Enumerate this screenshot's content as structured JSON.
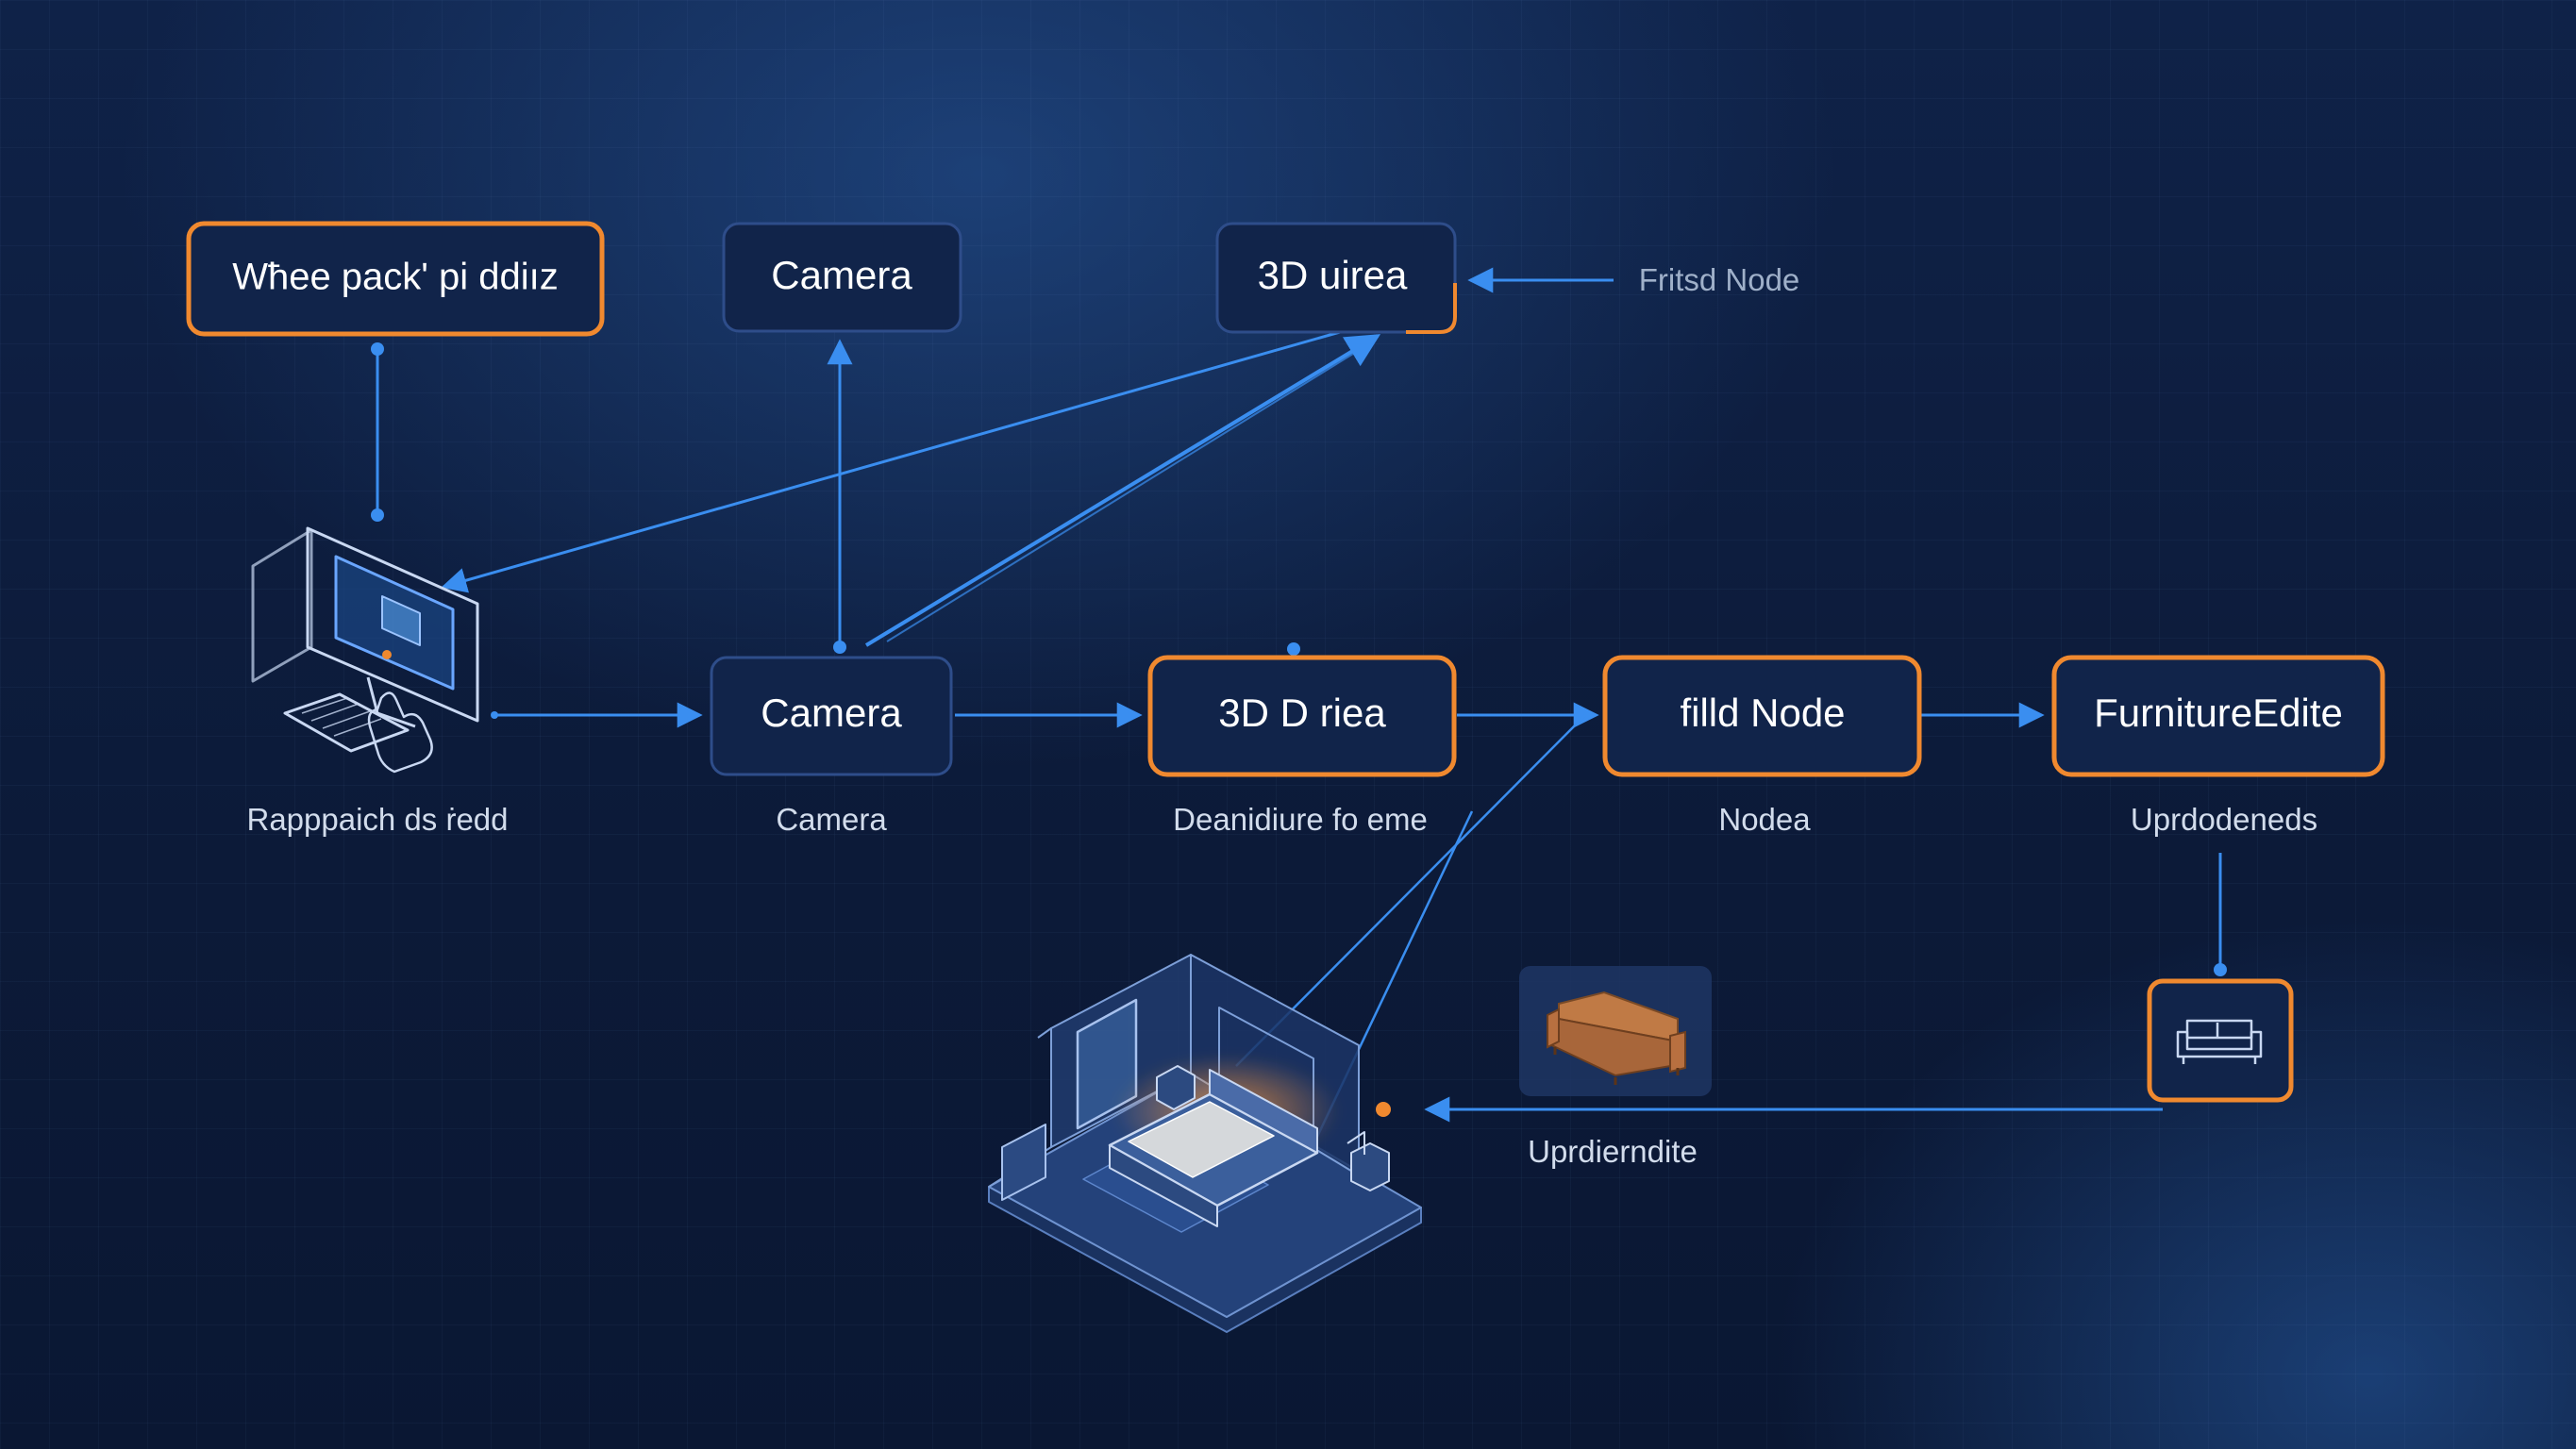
{
  "colors": {
    "background": "#0b1a36",
    "node_fill": "#11244a",
    "accent_orange": "#f0892f",
    "node_blue_border": "#2e4d8a",
    "connector_blue": "#3a8ef0",
    "label_text": "#d2dcec",
    "node_text": "#ffffff"
  },
  "nodes": {
    "top_left": {
      "label": "Wħee pack' pi ddiız"
    },
    "top_camera": {
      "label": "Camera"
    },
    "top_3d": {
      "label": "3D uirea"
    },
    "mid_camera": {
      "label": "Camera"
    },
    "mid_3d": {
      "label": "3D D riea"
    },
    "fill_node": {
      "label": "filld Node"
    },
    "furniture_editor": {
      "label": "FurnitureEdite"
    }
  },
  "labels": {
    "computer": "Rapppaich ds ṙedd",
    "mid_camera": "Camera",
    "mid_3d": "Deanidiure fo eme",
    "fill_node": "Nodea",
    "furniture_editor": "Uprdodeneds",
    "first_node": "Fritsd Node",
    "sofa_update": "Uprdierndite"
  },
  "icons": {
    "computer": "desktop-computer-touch-icon",
    "room": "isometric-bedroom-icon",
    "sofa_preview": "brown-sofa-icon",
    "sofa_outline": "sofa-outline-icon"
  }
}
